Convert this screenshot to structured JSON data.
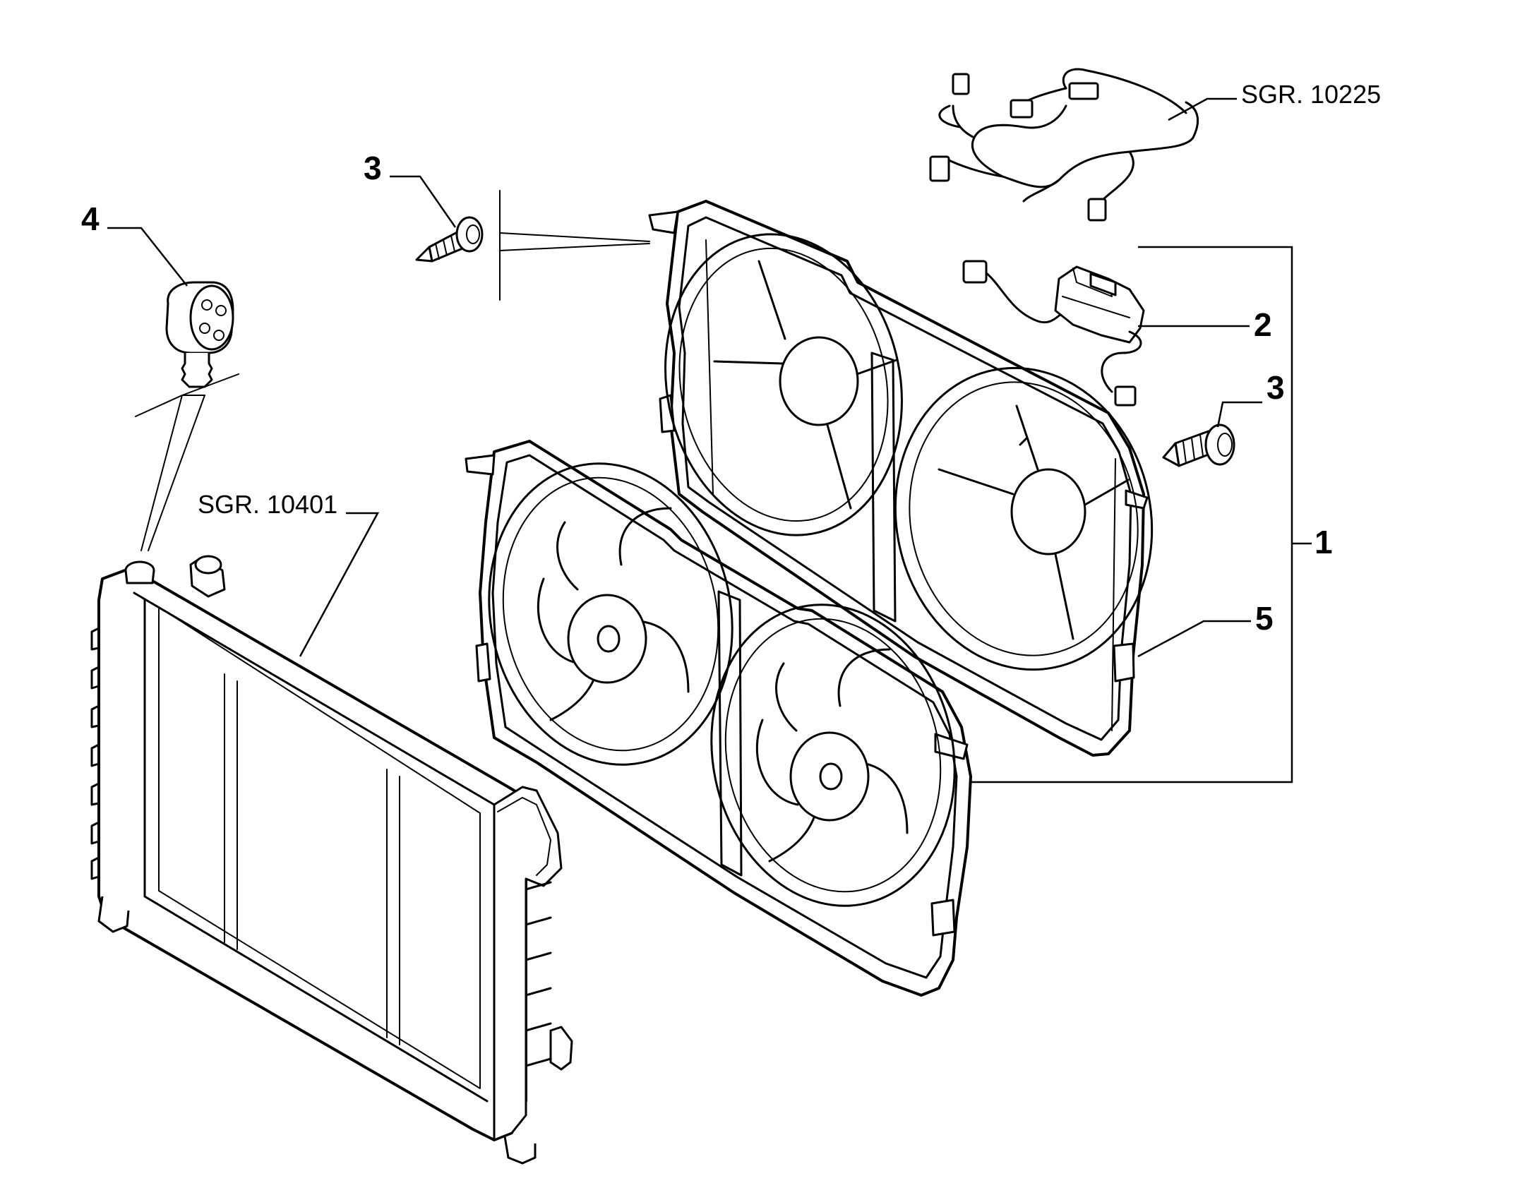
{
  "callouts": {
    "c1": "1",
    "c2": "2",
    "c3a": "3",
    "c3b": "3",
    "c4": "4",
    "c5": "5"
  },
  "refs": {
    "harness": "SGR. 10225",
    "radiator": "SGR. 10401"
  }
}
